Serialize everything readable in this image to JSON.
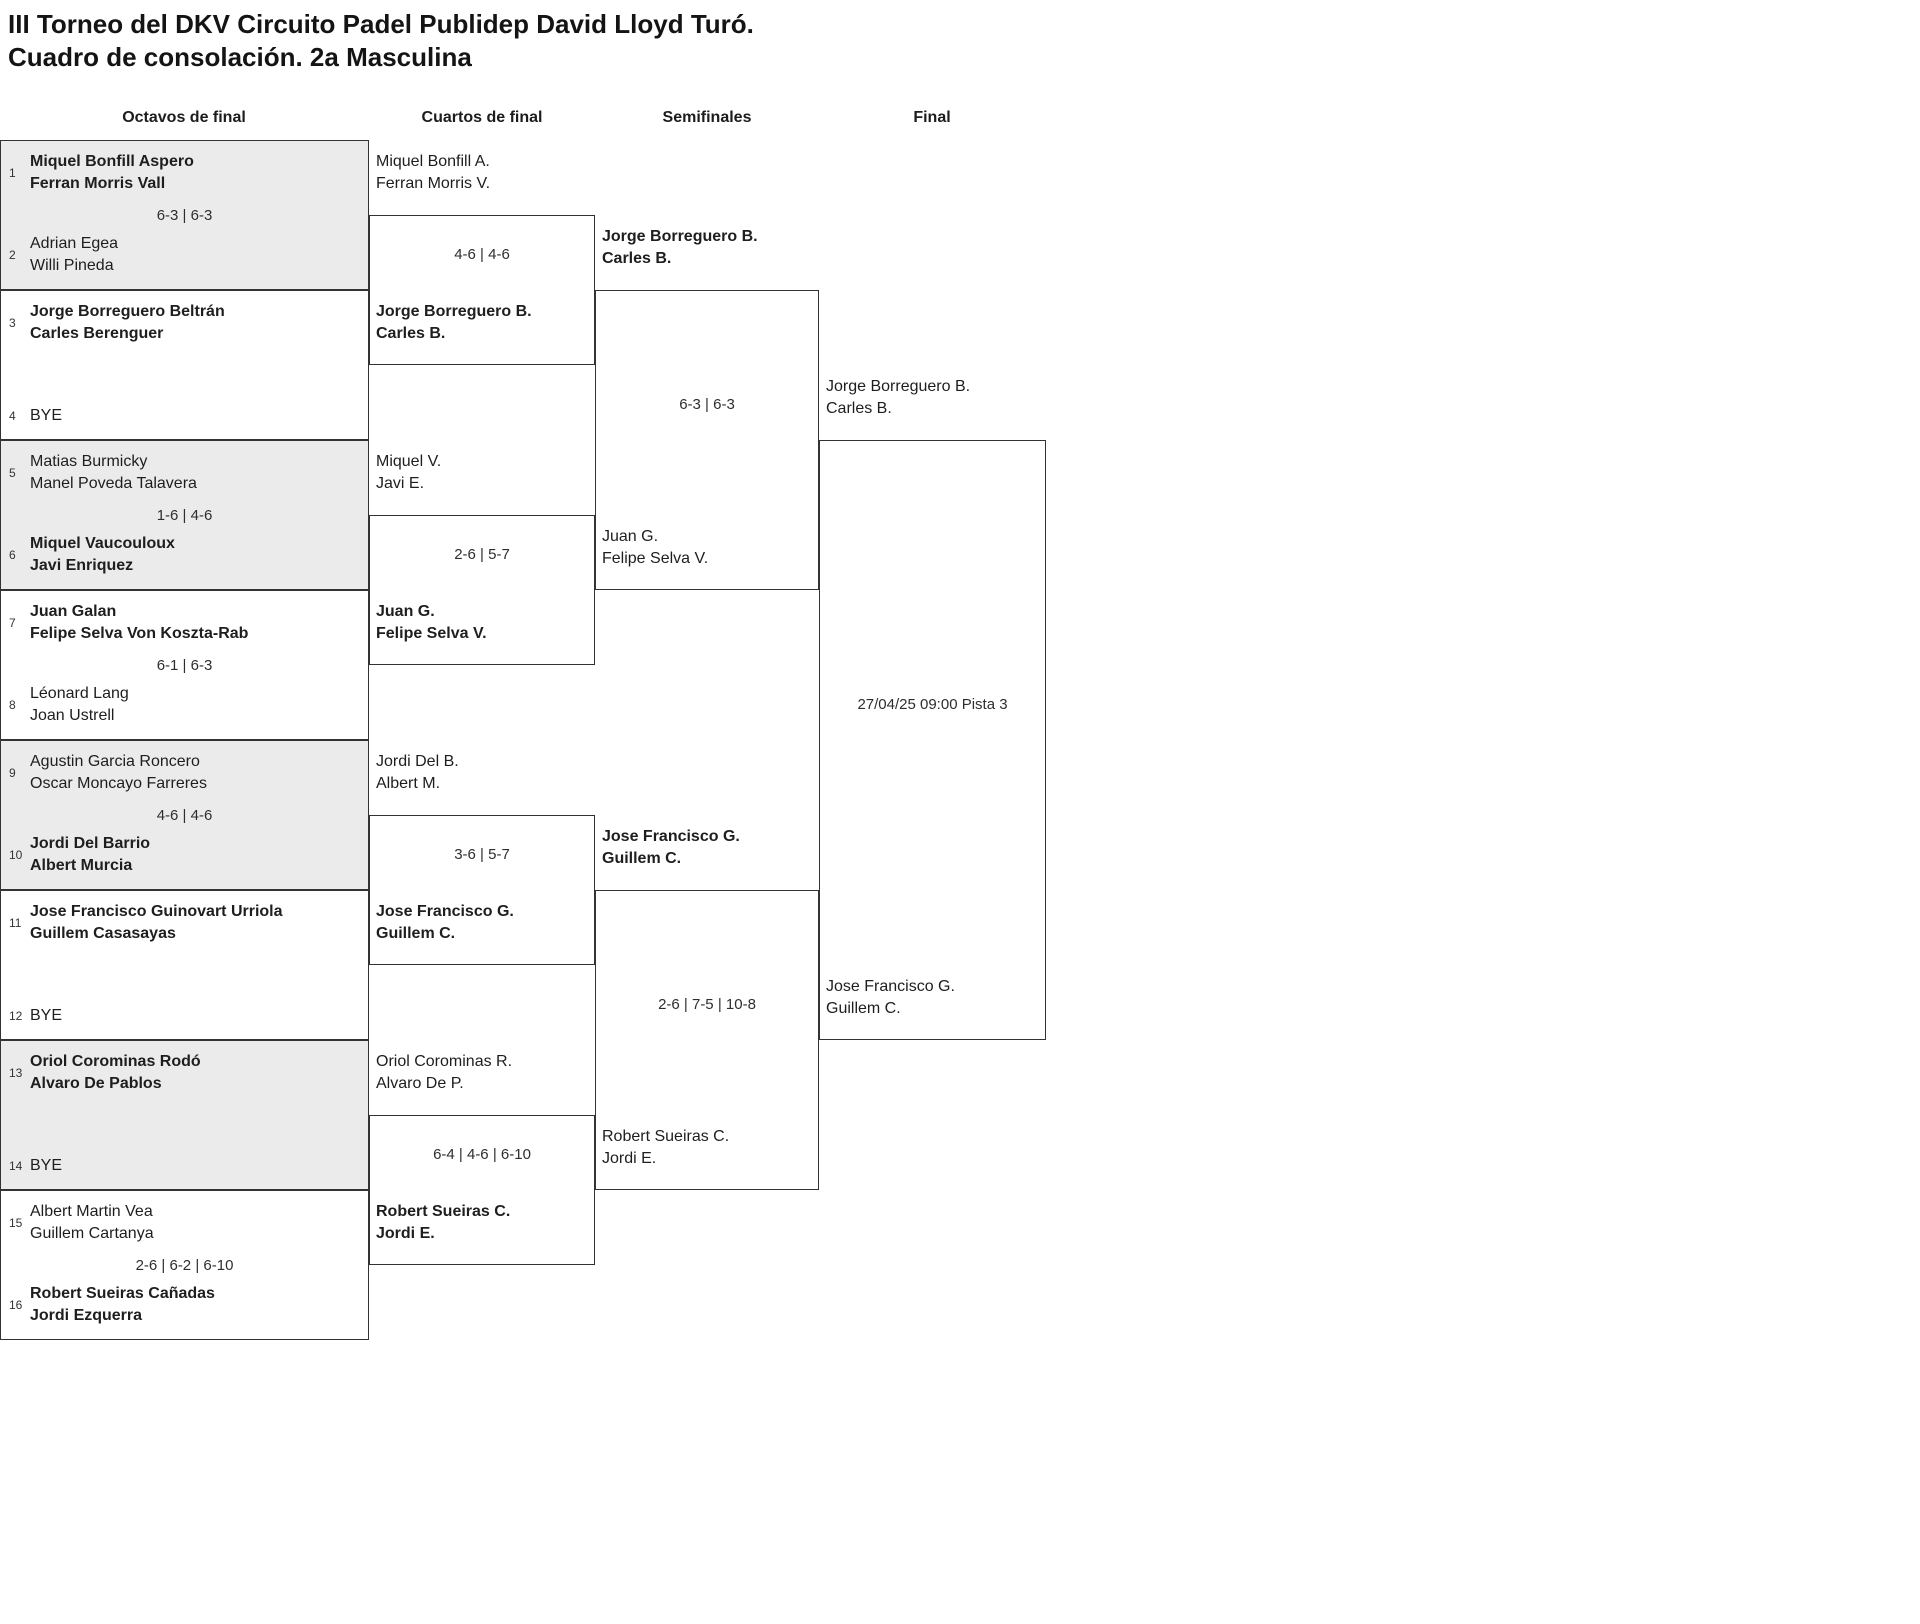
{
  "header": {
    "title_line1": "III Torneo del DKV Circuito Padel Publidep David Lloyd Turó.",
    "title_line2": "Cuadro de consolación. 2a Masculina"
  },
  "round_labels": [
    "Octavos de final",
    "Cuartos de final",
    "Semifinales",
    "Final"
  ],
  "colors": {
    "box_gray": "#ebebeb",
    "border": "#333333",
    "text": "#1e1e1e",
    "background": "#ffffff"
  },
  "octavos": [
    {
      "top": {
        "seed": "1",
        "name1": "Miquel Bonfill Aspero",
        "name2": "Ferran Morris Vall",
        "winner": true
      },
      "score": "6-3 | 6-3",
      "bottom": {
        "seed": "2",
        "name1": "Adrian Egea",
        "name2": "Willi Pineda",
        "winner": false
      }
    },
    {
      "top": {
        "seed": "3",
        "name1": "Jorge Borreguero Beltrán",
        "name2": "Carles Berenguer",
        "winner": true
      },
      "score": "",
      "bottom": {
        "seed": "4",
        "name1": "BYE",
        "name2": "",
        "winner": false
      }
    },
    {
      "top": {
        "seed": "5",
        "name1": "Matias Burmicky",
        "name2": "Manel Poveda Talavera",
        "winner": false
      },
      "score": "1-6 | 4-6",
      "bottom": {
        "seed": "6",
        "name1": "Miquel Vaucouloux",
        "name2": "Javi Enriquez",
        "winner": true
      }
    },
    {
      "top": {
        "seed": "7",
        "name1": "Juan Galan",
        "name2": "Felipe Selva Von Koszta-Rab",
        "winner": true
      },
      "score": "6-1 | 6-3",
      "bottom": {
        "seed": "8",
        "name1": "Léonard Lang",
        "name2": "Joan Ustrell",
        "winner": false
      }
    },
    {
      "top": {
        "seed": "9",
        "name1": "Agustin Garcia Roncero",
        "name2": "Oscar Moncayo Farreres",
        "winner": false
      },
      "score": "4-6 | 4-6",
      "bottom": {
        "seed": "10",
        "name1": "Jordi Del Barrio",
        "name2": "Albert Murcia",
        "winner": true
      }
    },
    {
      "top": {
        "seed": "11",
        "name1": "Jose Francisco Guinovart Urriola",
        "name2": "Guillem Casasayas",
        "winner": true
      },
      "score": "",
      "bottom": {
        "seed": "12",
        "name1": "BYE",
        "name2": "",
        "winner": false
      }
    },
    {
      "top": {
        "seed": "13",
        "name1": "Oriol Corominas Rodó",
        "name2": "Alvaro De Pablos",
        "winner": true
      },
      "score": "",
      "bottom": {
        "seed": "14",
        "name1": "BYE",
        "name2": "",
        "winner": false
      }
    },
    {
      "top": {
        "seed": "15",
        "name1": "Albert Martin Vea",
        "name2": "Guillem Cartanya",
        "winner": false
      },
      "score": "2-6 | 6-2 | 6-10",
      "bottom": {
        "seed": "16",
        "name1": "Robert Sueiras Cañadas",
        "name2": "Jordi Ezquerra",
        "winner": true
      }
    }
  ],
  "cuartos": [
    {
      "top": {
        "name1": "Miquel Bonfill A.",
        "name2": "Ferran Morris V.",
        "winner": false
      },
      "score": "4-6 | 4-6",
      "bottom": {
        "name1": "Jorge Borreguero B.",
        "name2": "Carles B.",
        "winner": true
      }
    },
    {
      "top": {
        "name1": "Miquel V.",
        "name2": "Javi E.",
        "winner": false
      },
      "score": "2-6 | 5-7",
      "bottom": {
        "name1": "Juan G.",
        "name2": "Felipe Selva V.",
        "winner": true
      }
    },
    {
      "top": {
        "name1": "Jordi Del B.",
        "name2": "Albert M.",
        "winner": false
      },
      "score": "3-6 | 5-7",
      "bottom": {
        "name1": "Jose Francisco G.",
        "name2": "Guillem C.",
        "winner": true
      }
    },
    {
      "top": {
        "name1": "Oriol Corominas R.",
        "name2": "Alvaro De P.",
        "winner": false
      },
      "score": "6-4 | 4-6 | 6-10",
      "bottom": {
        "name1": "Robert Sueiras C.",
        "name2": "Jordi E.",
        "winner": true
      }
    }
  ],
  "semifinales": [
    {
      "top": {
        "name1": "Jorge Borreguero B.",
        "name2": "Carles B.",
        "winner": true
      },
      "score": "6-3 | 6-3",
      "bottom": {
        "name1": "Juan G.",
        "name2": "Felipe Selva V.",
        "winner": false
      }
    },
    {
      "top": {
        "name1": "Jose Francisco G.",
        "name2": "Guillem C.",
        "winner": true
      },
      "score": "2-6 | 7-5 | 10-8",
      "bottom": {
        "name1": "Robert Sueiras C.",
        "name2": "Jordi E.",
        "winner": false
      }
    }
  ],
  "final": {
    "top": {
      "name1": "Jorge Borreguero B.",
      "name2": "Carles B."
    },
    "info": "27/04/25 09:00 Pista 3",
    "bottom": {
      "name1": "Jose Francisco G.",
      "name2": "Guillem C."
    }
  }
}
